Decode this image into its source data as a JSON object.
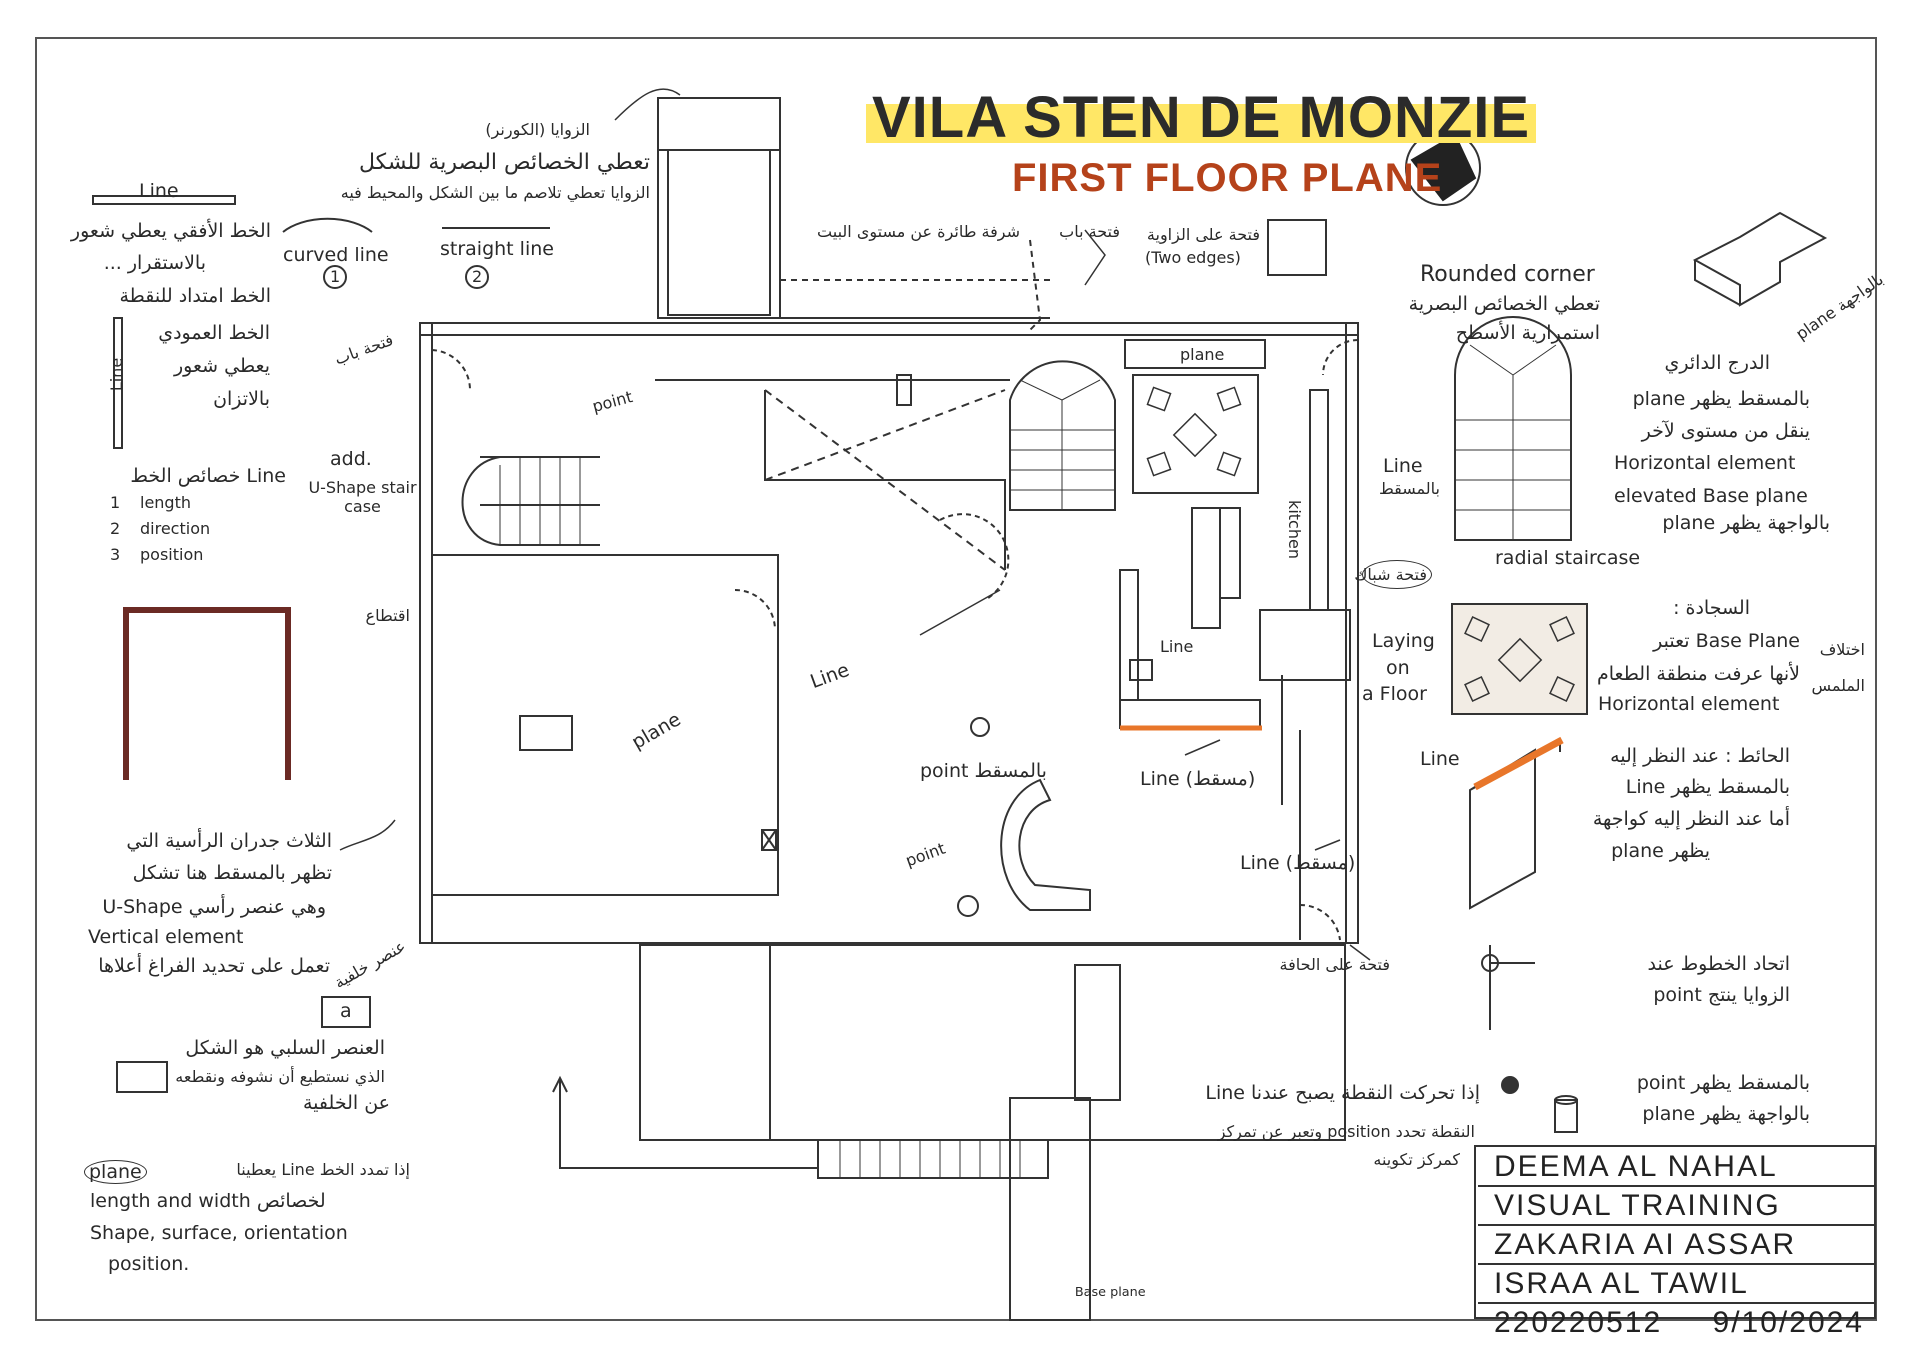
{
  "header": {
    "title": "VILA STEN DE MONZIE",
    "subtitle": "FIRST FLOOR PLANE"
  },
  "title_block": {
    "line1": "DEEMA AL NAHAL",
    "line2": "VISUAL TRAINING",
    "line3": "ZAKARIA AI ASSAR",
    "line4": "ISRAA AL TAWIL",
    "student_id": "220220512",
    "date": "9/10/2024"
  },
  "legend_left": {
    "line_label": "Line",
    "horizontal_note": [
      "الخط الأفقي يعطي شعور",
      "بالاستقرار ...",
      "الخط امتداد للنقطة"
    ],
    "curved_line": "curved line",
    "straight_line": "straight line",
    "num1": "1",
    "num2": "2",
    "corners_note": [
      "الزوايا (الكورنر)",
      "تعطي الخصائص البصرية للشكل",
      "الزوايا تعطي تلاصم ما بين الشكل والمحيط فيه"
    ],
    "vertical_label": "Line",
    "vertical_note": [
      "الخط العمودي",
      "يعطي شعور",
      "بالاتزان"
    ],
    "props_title": "Line خصائص الخط",
    "props": [
      "length",
      "direction",
      "position"
    ],
    "props_nums": [
      "1",
      "2",
      "3"
    ],
    "u_walls_note": [
      "الثلاث جدران الرأسية التي",
      "تظهر بالمسقط هنا تشكل",
      "وهي عنصر رأسي U-Shape",
      "Vertical element",
      "تعمل على تحديد الفراغ أعلاها"
    ],
    "element_label": "a",
    "element_side": "عنصر خلفية",
    "neg_note": [
      "العنصر السلبي هو الشكل",
      "الذي نستطيع أن نشوفه ونقطعه",
      "عن الخلفية"
    ],
    "plane_word": "plane",
    "plane_note": [
      "إذا تمدد الخط Line يعطينا",
      "length and width لخصائص",
      "Shape, surface, orientation",
      "position."
    ]
  },
  "plan_labels": {
    "door_top": "فتحة باب",
    "door_left": "فتحة باب",
    "terrace": "شرفة طائرة عن مستوى البيت",
    "corner_opening": "فتحة على الزاوية",
    "two_edges": "(Two edges)",
    "point1": "point",
    "add_label": "add.",
    "u_stair": "U-Shape stair case",
    "cut": "اقتطاع",
    "plane_room": "plane",
    "line_label1": "Line",
    "plane_top": "plane",
    "kitchen": "kitchen",
    "window_opening": "فتحة شباك",
    "line_small": "Line",
    "point_plan": "point بالمسقط",
    "point2": "point",
    "line_msqt1": "Line (مسقط)",
    "line_msqt2": "Line (مسقط)",
    "edge_opening": "فتحة على الحافة",
    "base_plane": "Base plane",
    "laying": [
      "Laying",
      "on",
      "a Floor"
    ]
  },
  "legend_right": {
    "rounded_corner": "Rounded corner",
    "rounded_note": [
      "تعطي الخصائص البصرية",
      "استمرارية الأسطح"
    ],
    "facade_plane": "بالواجهة plane",
    "radial_title": "الدرج الدائري",
    "radial_notes": [
      "بالمسقط يظهر plane",
      "ينقل من مستوى لآخر",
      "Horizontal element",
      "elevated Base plane",
      "بالواجهة يظهر plane"
    ],
    "line_plan": [
      "Line",
      "بالمسقط"
    ],
    "radial_caption": "radial staircase",
    "rug_title": "السجادة :",
    "rug_notes": [
      "Base Plane تعتبر",
      "لأنها عرفت منطقة الطعام",
      "Horizontal element"
    ],
    "texture": [
      "اختلاف",
      "الملمس"
    ],
    "wall_line": "Line",
    "wall_notes": [
      "الحائط : عند النظر إليه",
      "بالمسقط يظهر Line",
      "أما عند النظر إليه كواجهة",
      "يظهر plane"
    ],
    "point_note": [
      "اتحاد الخطوط عند",
      "الزوايا ينتج point"
    ],
    "moving_note": [
      "إذا تحركت النقطة يصبح عندنا Line",
      "النقطة تحدد position وتعبر عن تمركز",
      "كمركز تكوينه"
    ],
    "point_shows": "بالمسقط يظهر point",
    "plane_shows": "بالواجهة يظهر plane"
  },
  "colors": {
    "paper": "#ffffff",
    "ink": "#2a2a2a",
    "title_highlight": "#ffe766",
    "subtitle": "#b5421a",
    "wall_accent": "#e8762a",
    "brown_frame": "#6b2a24"
  }
}
